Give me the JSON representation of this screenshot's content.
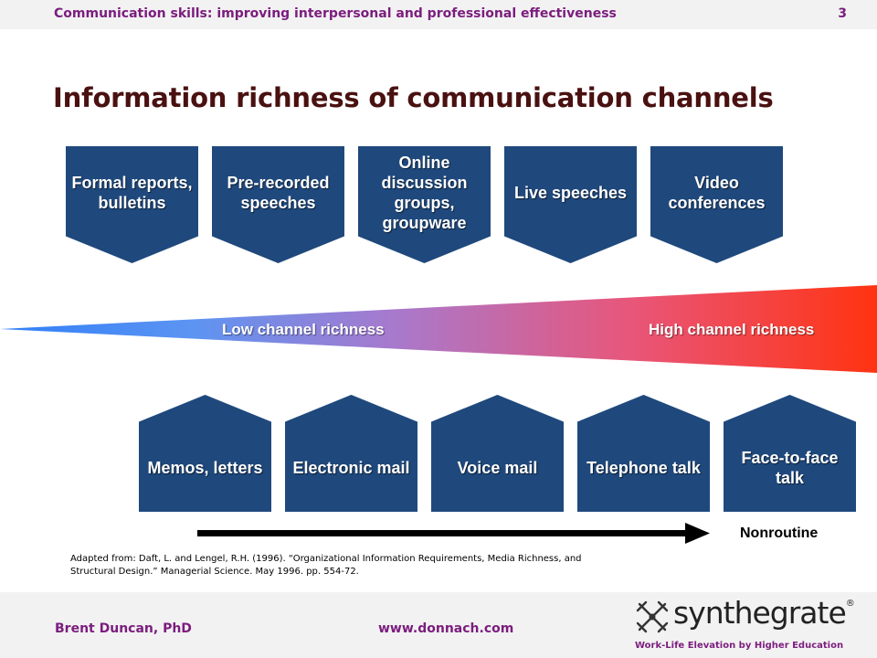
{
  "header": {
    "course_title": "Communication skills: improving interpersonal and professional effectiveness",
    "page_number": "3"
  },
  "slide": {
    "title": "Information richness of communication channels",
    "top_channels": [
      "Formal reports, bulletins",
      "Pre-recorded speeches",
      "Online discussion groups, groupware",
      "Live speeches",
      "Video conferences"
    ],
    "bottom_channels": [
      "Memos, letters",
      "Electronic mail",
      "Voice mail",
      "Telephone talk",
      "Face-to-face talk"
    ],
    "scale": {
      "low_label": "Low channel richness",
      "high_label": "High channel richness"
    },
    "arrow_label": "Nonroutine",
    "citation": "Adapted from: Daft, L. and Lengel, R.H. (1996). “Organizational Information Requirements, Media Richness, and Structural Design.” Managerial Science. May 1996. pp. 554-72."
  },
  "footer": {
    "author": "Brent Duncan, PhD",
    "website": "www.donnach.com",
    "logo_text": "synthegrate",
    "logo_mark": "®",
    "tagline": "Work-Life Elevation by Higher Education"
  },
  "colors": {
    "box_fill": "#1f497d",
    "accent_purple": "#7b1d7e",
    "title_color": "#4a1111",
    "gradient_low": "#4f8ff7",
    "gradient_mid": "#a47ad0",
    "gradient_high": "#ff3311"
  }
}
